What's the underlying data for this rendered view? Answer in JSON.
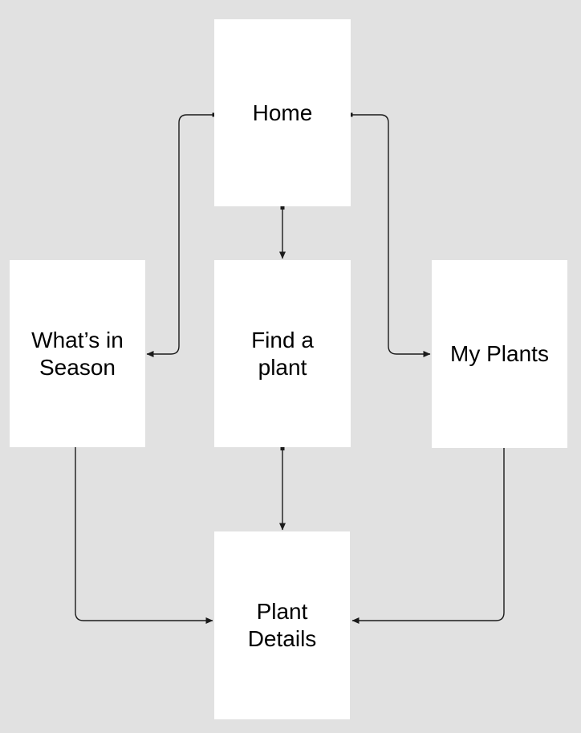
{
  "canvas": {
    "background_color": "#e1e1e1",
    "node_fill_color": "#ffffff",
    "connector_color": "#1a1a1a",
    "text_color": "#000000"
  },
  "nodes": [
    {
      "id": "home",
      "label": "Home"
    },
    {
      "id": "whats-in-season",
      "label": "What’s in\nSeason"
    },
    {
      "id": "find-a-plant",
      "label": "Find a\nplant"
    },
    {
      "id": "my-plants",
      "label": "My Plants"
    },
    {
      "id": "plant-details",
      "label": "Plant\nDetails"
    }
  ],
  "edges": [
    {
      "from": "home",
      "to": "find-a-plant",
      "route": "straight-down"
    },
    {
      "from": "home",
      "to": "whats-in-season",
      "route": "left-then-down"
    },
    {
      "from": "home",
      "to": "my-plants",
      "route": "right-then-down"
    },
    {
      "from": "find-a-plant",
      "to": "plant-details",
      "route": "straight-down"
    },
    {
      "from": "whats-in-season",
      "to": "plant-details",
      "route": "down-then-right"
    },
    {
      "from": "my-plants",
      "to": "plant-details",
      "route": "down-then-left"
    }
  ]
}
